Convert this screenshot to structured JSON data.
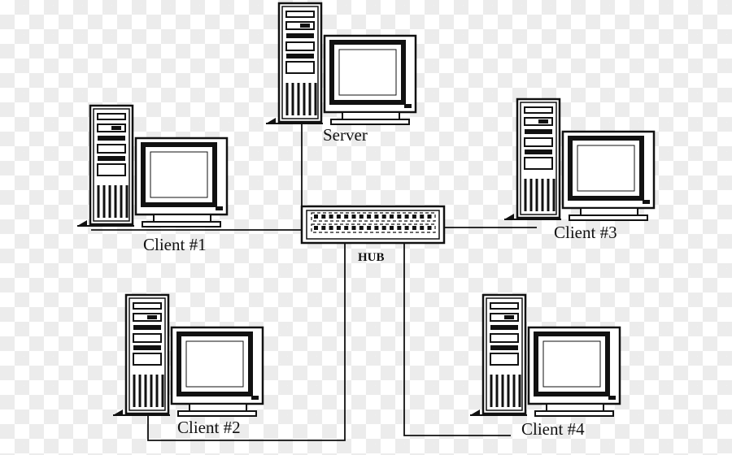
{
  "nodes": {
    "server": {
      "label": "Server"
    },
    "client1": {
      "label": "Client #1"
    },
    "client2": {
      "label": "Client #2"
    },
    "client3": {
      "label": "Client #3"
    },
    "client4": {
      "label": "Client #4"
    },
    "hub": {
      "label": "HUB"
    }
  },
  "links": [
    {
      "from": "server",
      "to": "hub"
    },
    {
      "from": "client1",
      "to": "hub"
    },
    {
      "from": "client2",
      "to": "hub"
    },
    {
      "from": "client3",
      "to": "hub"
    },
    {
      "from": "client4",
      "to": "hub"
    }
  ],
  "colors": {
    "line": "#111111",
    "fill": "#ffffff"
  }
}
